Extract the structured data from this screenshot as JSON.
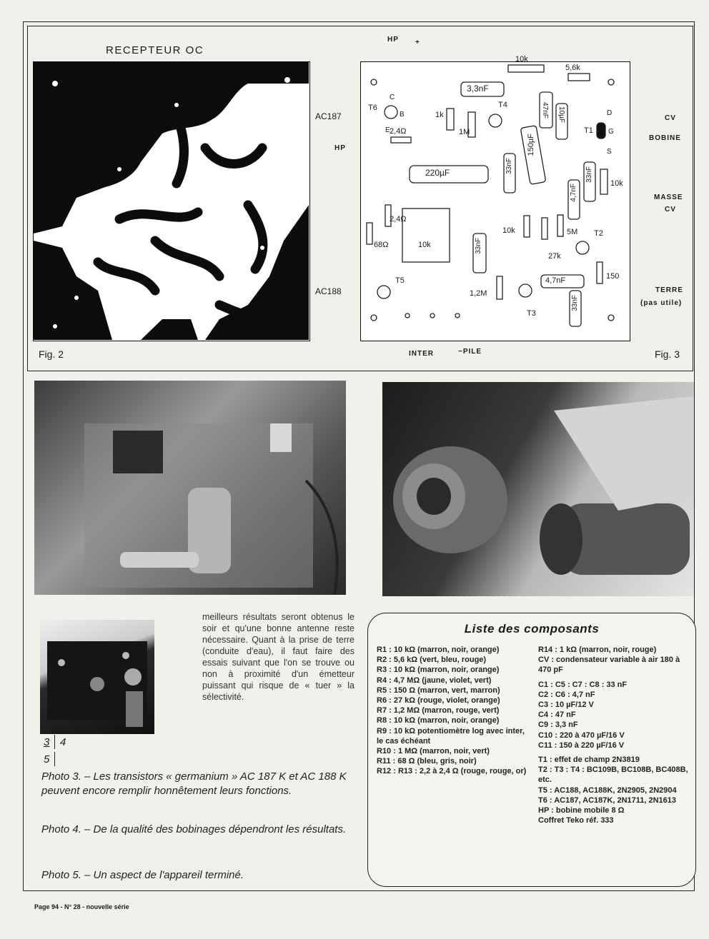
{
  "figures": {
    "title": "RECEPTEUR OC",
    "fig2_label": "Fig. 2",
    "fig3_label": "Fig. 3",
    "labels": {
      "ac187": "AC187",
      "ac188": "AC188",
      "hp_top": "HP",
      "plus": "+",
      "hp_left": "HP",
      "inter": "INTER",
      "pile": "−PILE",
      "cv_bobine_1": "CV",
      "cv_bobine_2": "BOBINE",
      "masse_cv_1": "MASSE",
      "masse_cv_2": "CV",
      "terre_1": "TERRE",
      "terre_2": "(pas utile)"
    },
    "components": {
      "r10k_top": "10k",
      "r56k": "5,6k",
      "c33nf_top": "3,3nF",
      "c47nf": "47nF",
      "c10uf": "10µF",
      "t6": "T6",
      "t4": "T4",
      "t1": "T1",
      "r1k": "1k",
      "r1m": "1M",
      "r24": "2,4Ω",
      "c150uf": "150µF",
      "c220uf": "220µF",
      "c33nf_a": "33nF",
      "c33nf_b": "33nF",
      "c33nf_c": "33nF",
      "c33nf_d": "33nF",
      "c47nf_a": "4,7nF",
      "c47nf_b": "4,7nF",
      "r10k_r": "10k",
      "r10k_mid": "10k",
      "r10k_box": "10k",
      "r24b": "2,4Ω",
      "r68": "68Ω",
      "r5m": "5M",
      "r27k": "27k",
      "t2": "T2",
      "r150": "150",
      "t5": "T5",
      "r12m": "1,2M",
      "t3": "T3",
      "pin_b": "B",
      "pin_c": "C",
      "pin_e": "E",
      "pin_d": "D",
      "pin_g": "G",
      "pin_s": "S"
    }
  },
  "article": {
    "body_text": "meilleurs résultats seront obtenus le soir et qu'une bonne antenne reste nécessaire. Quant à la prise de terre (conduite d'eau), il faut faire des essais suivant que l'on se trouve ou non à proximité d'un émetteur puissant qui risque de « tuer » la sélectivité.",
    "photo_index_a": "3",
    "photo_index_b": "4",
    "photo_index_c": "5",
    "captions": [
      "Photo 3. – Les transistors « germanium » AC 187 K et AC 188 K peuvent encore remplir honnêtement leurs fonctions.",
      "Photo 4. – De la qualité des bobinages dépendront les résultats.",
      "Photo 5. – Un aspect de l'appareil terminé."
    ]
  },
  "parts_list": {
    "title": "Liste des composants",
    "left": [
      "R1 : 10 kΩ (marron, noir, orange)",
      "R2 : 5,6 kΩ (vert, bleu, rouge)",
      "R3 : 10 kΩ (marron, noir, orange)",
      "R4 : 4,7 MΩ (jaune, violet, vert)",
      "R5 : 150 Ω (marron, vert, marron)",
      "R6 : 27 kΩ (rouge, violet, orange)",
      "R7 : 1,2 MΩ (marron, rouge, vert)",
      "R8 : 10 kΩ (marron, noir, orange)",
      "R9 : 10 kΩ potentiomètre log avec inter, le cas échéant",
      "R10 : 1 MΩ (marron, noir, vert)",
      "R11 : 68 Ω (bleu, gris, noir)",
      "R12 : R13 : 2,2 à 2,4 Ω (rouge, rouge, or)"
    ],
    "right_a": [
      "R14 : 1 kΩ (marron, noir, rouge)",
      "CV : condensateur variable à air 180 à 470 pF"
    ],
    "right_b": [
      "C1 : C5 : C7 : C8 : 33 nF",
      "C2 : C6 : 4,7 nF",
      "C3 : 10 µF/12 V",
      "C4 : 47 nF",
      "C9 : 3,3 nF",
      "C10 : 220 à 470 µF/16 V",
      "C11 : 150 à 220 µF/16 V"
    ],
    "right_c": [
      "T1 : effet de champ 2N3819",
      "T2 : T3 : T4 : BC109B, BC108B, BC408B, etc.",
      "T5 : AC188, AC188K, 2N2905, 2N2904",
      "T6 : AC187, AC187K, 2N1711, 2N1613",
      "HP : bobine mobile 8 Ω",
      "Coffret Teko réf. 333"
    ]
  },
  "footer": {
    "text": "Page 94 - N° 28 - nouvelle série"
  }
}
